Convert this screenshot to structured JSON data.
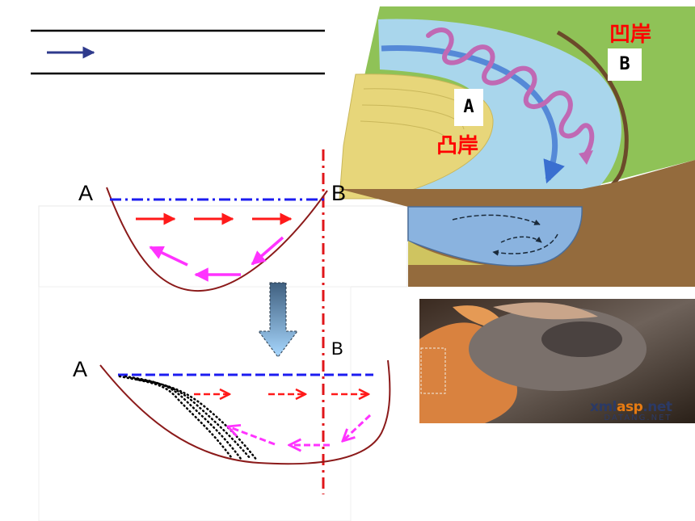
{
  "diagram": {
    "top_section": {
      "label_A": "A",
      "label_B": "B"
    },
    "bottom_section": {
      "label_A": "A",
      "label_B": "B"
    },
    "block_diagram": {
      "convex_bank_label": "凸岸",
      "concave_bank_label": "凹岸",
      "box_A": "A",
      "box_B": "B"
    },
    "photo": {
      "watermark_main_prefix": "xml",
      "watermark_main_brand": "asp",
      "watermark_main_suffix": ".net",
      "watermark_sub": "DATANG.NET"
    }
  },
  "colors": {
    "channel": "#8b1a1a",
    "water_surface_top": "#1c1cf0",
    "water_surface_bottom": "#1c1cf0",
    "surface_flow": "#ff1a1a",
    "return_flow": "#ff33ff",
    "axis_line": "#e0161a",
    "legend_arrow": "#2e3a8c",
    "convex_label": "#ff0000",
    "concave_label": "#ff0000"
  }
}
